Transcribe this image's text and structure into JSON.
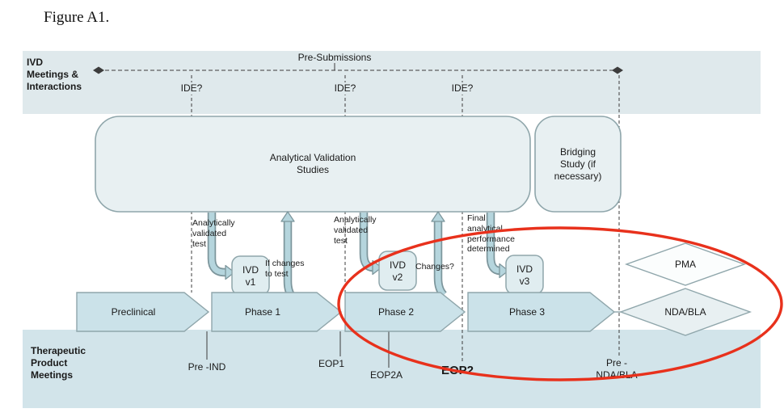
{
  "caption": "Figure A1.",
  "ivd_band": {
    "label": "IVD\nMeetings &\nInteractions",
    "pre_submissions_label": "Pre-Submissions",
    "ide_label_1": "IDE?",
    "ide_label_2": "IDE?",
    "ide_label_3": "IDE?"
  },
  "studies": {
    "analytical_validation": "Analytical Validation\nStudies",
    "bridging": "Bridging\nStudy (if\nnecessary)"
  },
  "ivd_versions": {
    "v1": "IVD\nv1",
    "v2": "IVD\nv2",
    "v3": "IVD\nv3"
  },
  "annotations": {
    "validated_test_1": "Analytically\nvalidated\ntest",
    "if_changes": "If changes\nto test",
    "validated_test_2": "Analytically\nvalidated\ntest",
    "changes": "Changes?",
    "final_performance": "Final\nanalytical\nperformance\ndetermined"
  },
  "phases": {
    "preclinical": "Preclinical",
    "phase1": "Phase 1",
    "phase2": "Phase 2",
    "phase3": "Phase 3"
  },
  "submissions": {
    "pma": "PMA",
    "nda_bla": "NDA/BLA"
  },
  "therapeutic_band": {
    "label": "Therapeutic\nProduct\nMeetings",
    "pre_ind": "Pre -IND",
    "eop1": "EOP1",
    "eop2a": "EOP2A",
    "eop2": "EOP2",
    "pre_nda_bla": "Pre -\nNDA/BLA"
  },
  "colors": {
    "band_top": "#dfe9ec",
    "band_bottom": "#d2e4ea",
    "study_box_fill": "#e8f0f2",
    "ivd_box_fill": "#e0edf0",
    "phase_fill": "#cbe2e9",
    "arrow_fill": "#b5d5dd",
    "shape_outline": "#8fa6ab",
    "line_color": "#3c3c3c",
    "highlight_ellipse": "#e8311c"
  }
}
